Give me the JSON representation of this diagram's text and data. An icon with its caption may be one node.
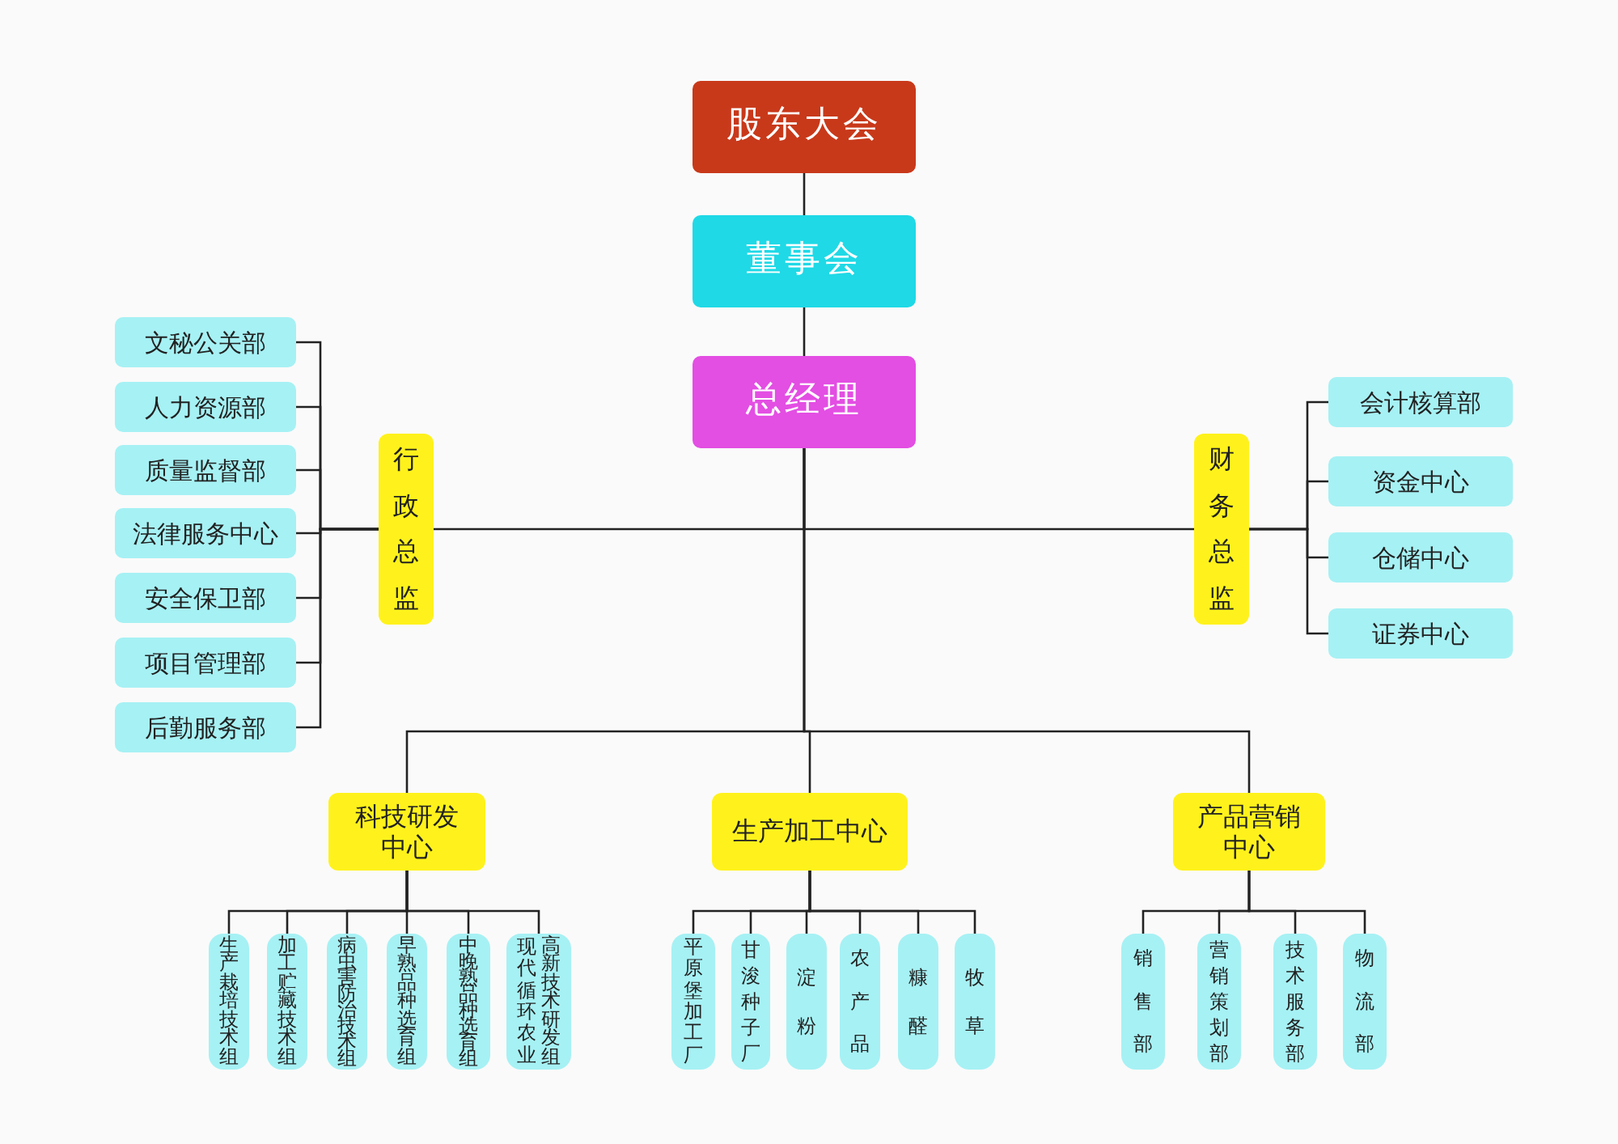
{
  "diagram": {
    "nodes": [
      {
        "text": [
          "股东大会"
        ]
      },
      {
        "text": [
          "董事会"
        ]
      },
      {
        "text": [
          "总经理"
        ]
      },
      {
        "text": [
          "行政总监"
        ]
      },
      {
        "text": [
          "财务总监"
        ]
      },
      {
        "text": [
          "文秘公关部"
        ]
      },
      {
        "text": [
          "人力资源部"
        ]
      },
      {
        "text": [
          "质量监督部"
        ]
      },
      {
        "text": [
          "法律服务中心"
        ]
      },
      {
        "text": [
          "安全保卫部"
        ]
      },
      {
        "text": [
          "项目管理部"
        ]
      },
      {
        "text": [
          "后勤服务部"
        ]
      },
      {
        "text": [
          "会计核算部"
        ]
      },
      {
        "text": [
          "资金中心"
        ]
      },
      {
        "text": [
          "仓储中心"
        ]
      },
      {
        "text": [
          "证券中心"
        ]
      },
      {
        "text": [
          "科技研发中心"
        ]
      },
      {
        "text": [
          "生产加工中心"
        ]
      },
      {
        "text": [
          "产品营销中心"
        ]
      },
      {
        "text": [
          "生产栽培技术组"
        ]
      },
      {
        "text": [
          "加工贮藏技术组"
        ]
      },
      {
        "text": [
          "病虫害防治技术组"
        ]
      },
      {
        "text": [
          "早熟品种选育组"
        ]
      },
      {
        "text": [
          "中晚熟品种选育组"
        ]
      },
      {
        "text": [
          "现代循环农业",
          "高新技术研发组"
        ]
      },
      {
        "text": [
          "平原堡加工厂"
        ]
      },
      {
        "text": [
          "甘浚种子厂"
        ]
      },
      {
        "text": [
          "淀粉"
        ]
      },
      {
        "text": [
          "农产品"
        ]
      },
      {
        "text": [
          "糠醛"
        ]
      },
      {
        "text": [
          "牧草"
        ]
      },
      {
        "text": [
          "销售部"
        ]
      },
      {
        "text": [
          "营销策划部"
        ]
      },
      {
        "text": [
          "技术服务部"
        ]
      },
      {
        "text": [
          "物流部"
        ]
      }
    ],
    "edges": [
      {
        "from": 0,
        "to": 1,
        "arrow": "none"
      },
      {
        "from": 1,
        "to": 2,
        "arrow": "none"
      },
      {
        "from": 2,
        "to": 3,
        "arrow": "none"
      },
      {
        "from": 2,
        "to": 4,
        "arrow": "none"
      },
      {
        "from": 3,
        "to": 5,
        "arrow": "none"
      },
      {
        "from": 3,
        "to": 6,
        "arrow": "none"
      },
      {
        "from": 3,
        "to": 7,
        "arrow": "none"
      },
      {
        "from": 3,
        "to": 8,
        "arrow": "none"
      },
      {
        "from": 3,
        "to": 9,
        "arrow": "none"
      },
      {
        "from": 3,
        "to": 10,
        "arrow": "none"
      },
      {
        "from": 3,
        "to": 11,
        "arrow": "none"
      },
      {
        "from": 4,
        "to": 12,
        "arrow": "none"
      },
      {
        "from": 4,
        "to": 13,
        "arrow": "none"
      },
      {
        "from": 4,
        "to": 14,
        "arrow": "none"
      },
      {
        "from": 4,
        "to": 15,
        "arrow": "none"
      },
      {
        "from": 2,
        "to": 16,
        "arrow": "none"
      },
      {
        "from": 2,
        "to": 17,
        "arrow": "none"
      },
      {
        "from": 2,
        "to": 18,
        "arrow": "none"
      },
      {
        "from": 16,
        "to": 19,
        "arrow": "none"
      },
      {
        "from": 16,
        "to": 20,
        "arrow": "none"
      },
      {
        "from": 16,
        "to": 21,
        "arrow": "none"
      },
      {
        "from": 16,
        "to": 22,
        "arrow": "none"
      },
      {
        "from": 16,
        "to": 23,
        "arrow": "none"
      },
      {
        "from": 16,
        "to": 24,
        "arrow": "none"
      },
      {
        "from": 17,
        "to": 25,
        "arrow": "none"
      },
      {
        "from": 17,
        "to": 26,
        "arrow": "none"
      },
      {
        "from": 17,
        "to": 27,
        "arrow": "none"
      },
      {
        "from": 17,
        "to": 28,
        "arrow": "none"
      },
      {
        "from": 17,
        "to": 29,
        "arrow": "none"
      },
      {
        "from": 17,
        "to": 30,
        "arrow": "none"
      },
      {
        "from": 18,
        "to": 31,
        "arrow": "none"
      },
      {
        "from": 18,
        "to": 32,
        "arrow": "none"
      },
      {
        "from": 18,
        "to": 33,
        "arrow": "none"
      },
      {
        "from": 18,
        "to": 34,
        "arrow": "none"
      }
    ]
  }
}
